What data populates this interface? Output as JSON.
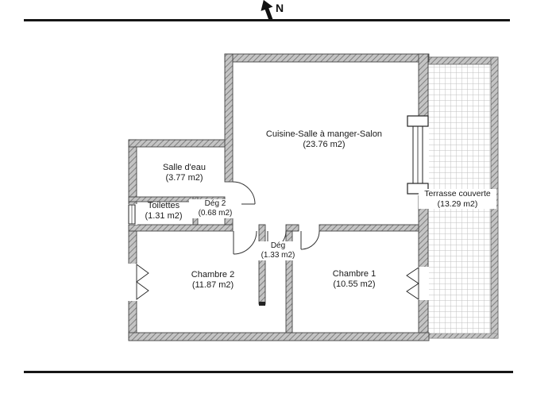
{
  "compass": {
    "label": "N"
  },
  "rooms": {
    "cuisine": {
      "name": "Cuisine-Salle à manger-Salon",
      "area": "(23.76 m2)"
    },
    "salle_deau": {
      "name": "Salle d'eau",
      "area": "(3.77 m2)"
    },
    "toilettes": {
      "name": "Toilettes",
      "area": "(1.31 m2)"
    },
    "deg2": {
      "name": "Dég 2",
      "area": "(0.68 m2)"
    },
    "deg": {
      "name": "Dég",
      "area": "(1.33 m2)"
    },
    "chambre2": {
      "name": "Chambre 2",
      "area": "(11.87 m2)"
    },
    "chambre1": {
      "name": "Chambre 1",
      "area": "(10.55 m2)"
    }
  },
  "terrace": {
    "name": "Terrasse couverte",
    "area": "(13.29 m2)"
  },
  "colors": {
    "wall": "#b9b9b9",
    "wall_hatch": "#7f7f7f",
    "ink": "#1a1a1a",
    "grid": "#c0c0c0"
  }
}
